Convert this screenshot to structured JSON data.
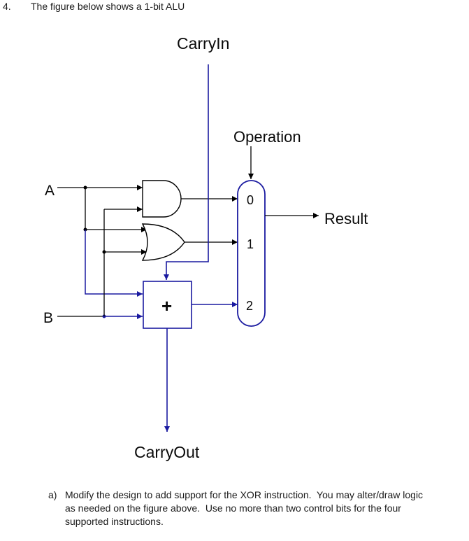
{
  "question": {
    "number": "4.",
    "text": "The figure below shows a 1-bit ALU"
  },
  "diagram": {
    "labels": {
      "carry_in": "CarryIn",
      "operation": "Operation",
      "input_a": "A",
      "input_b": "B",
      "result": "Result",
      "carry_out": "CarryOut",
      "adder_symbol": "+",
      "mux_input_0": "0",
      "mux_input_1": "1",
      "mux_input_2": "2"
    },
    "colors": {
      "wire_black": "#000000",
      "wire_blue": "#1a1aa0",
      "adder_border": "#1a1aa0"
    }
  },
  "subquestion": {
    "marker": "a)",
    "lines": [
      "Modify the design to add support for the XOR instruction.  You may alter/draw logic",
      "as needed on the figure above.  Use no more than two control bits for the four",
      "supported instructions."
    ]
  }
}
